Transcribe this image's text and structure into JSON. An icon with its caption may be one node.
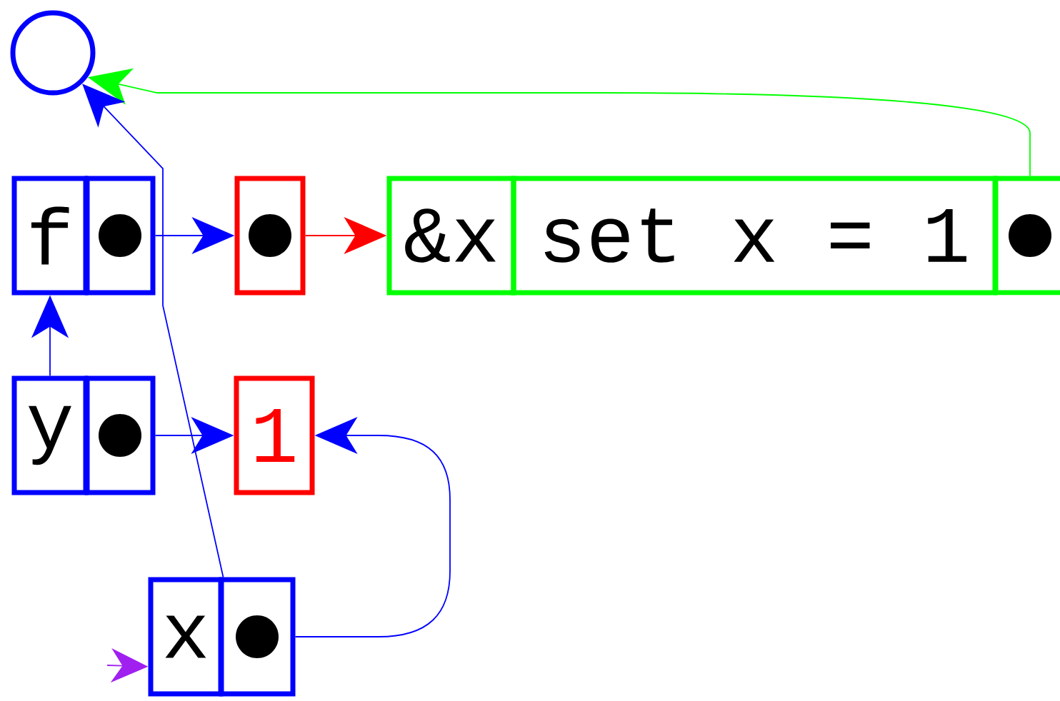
{
  "diagram": {
    "nodes": [
      {
        "text": [],
        "shape": "circle"
      },
      {
        "text": [
          "f"
        ]
      },
      {
        "text": [],
        "shape": "box"
      },
      {
        "text": [],
        "shape": "box"
      },
      {
        "text": [
          "&x"
        ]
      },
      {
        "text": [
          "set x = 1"
        ]
      },
      {
        "text": [],
        "shape": "box"
      },
      {
        "text": [
          "y"
        ]
      },
      {
        "text": [],
        "shape": "box"
      },
      {
        "text": [
          "1"
        ]
      },
      {
        "text": [
          "x"
        ]
      },
      {
        "text": [],
        "shape": "box"
      }
    ],
    "edges": [
      {
        "from": 2,
        "to": 3,
        "arrow": "to"
      },
      {
        "from": 3,
        "to": 4,
        "arrow": "to",
        "color": "#ff0000"
      },
      {
        "from": 6,
        "to": 0,
        "arrow": "to",
        "color": "#00ff00"
      },
      {
        "from": 7,
        "to": 1,
        "arrow": "to"
      },
      {
        "from": 10,
        "to": 0,
        "arrow": "to"
      },
      {
        "from": 8,
        "to": 9,
        "arrow": "to"
      },
      {
        "from": 11,
        "to": 9,
        "arrow": "to"
      },
      {
        "from": null,
        "to": 10,
        "arrow": "to",
        "color": "#a020f0"
      }
    ]
  }
}
